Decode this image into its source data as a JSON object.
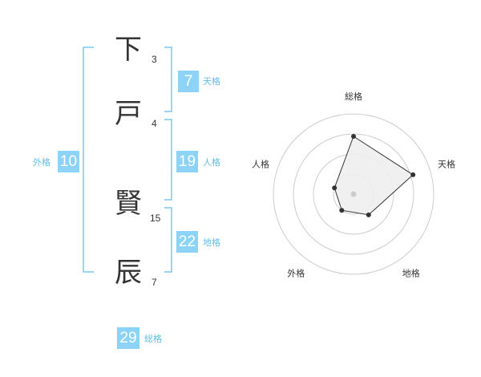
{
  "name": {
    "characters": [
      {
        "char": "下",
        "strokes": "3"
      },
      {
        "char": "戸",
        "strokes": "4"
      },
      {
        "char": "賢",
        "strokes": "15"
      },
      {
        "char": "辰",
        "strokes": "7"
      }
    ]
  },
  "fortune": {
    "tenkaku": {
      "value": "7",
      "label": "天格"
    },
    "jinkaku": {
      "value": "19",
      "label": "人格"
    },
    "chikaku": {
      "value": "22",
      "label": "地格"
    },
    "gaikaku": {
      "value": "10",
      "label": "外格"
    },
    "soukaku": {
      "value": "29",
      "label": "総格"
    }
  },
  "radar": {
    "axes": [
      "総格",
      "天格",
      "地格",
      "外格",
      "人格"
    ],
    "rings": 4,
    "scores": {
      "総格": 0.72,
      "天格": 0.78,
      "地格": 0.32,
      "外格": 0.25,
      "人格": 0.25
    },
    "colors": {
      "ring": "#cccccc",
      "fill": "#eeeeee",
      "line": "#333333",
      "point": "#333333",
      "center": "#cccccc"
    }
  },
  "colors": {
    "bracket": "#7cc6ee",
    "box": "#8dd3f7",
    "label": "#61bde9"
  }
}
